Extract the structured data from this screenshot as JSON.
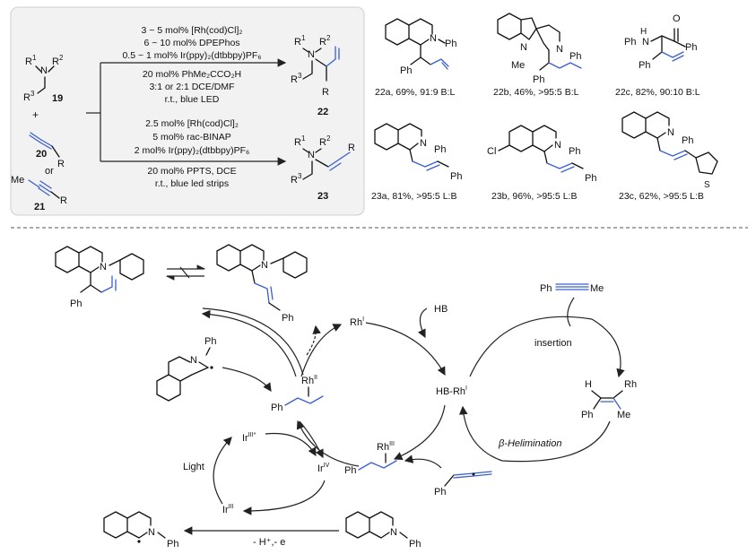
{
  "conditions_top": [
    "3 ~ 5 mol% [Rh(cod)Cl]₂",
    "6 ~ 10 mol% DPEPhos",
    "0.5 ~ 1 mol% Ir(ppy)₂(dtbbpy)PF₆",
    "20 mol% PhMe₂CCO₂H",
    "3:1 or 2:1 DCE/DMF",
    "r.t., blue LED"
  ],
  "conditions_bottom": [
    "2.5 mol% [Rh(cod)Cl]₂",
    "5 mol% rac-BINAP",
    "2 mol% Ir(ppy)₂(dtbbpy)PF₆",
    "20 mol% PPTS, DCE",
    "r.t., blue led strips"
  ],
  "labels": {
    "c19": "19",
    "c20": "20",
    "c21": "21",
    "c22": "22",
    "c23": "23",
    "plus": "+",
    "or": "or"
  },
  "products": {
    "p22a": "22a, 69%, 91:9 B:L",
    "p22b": "22b, 46%, >95:5 B:L",
    "p22c": "22c, 82%, 90:10 B:L",
    "p23a": "23a, 81%, >95:5 L:B",
    "p23b": "23b, 96%, >95:5 L:B",
    "p23c": "23c, 62%, >95:5 L:B"
  },
  "mechanism": {
    "hb": "HB",
    "hb_rh": "HB-Rh",
    "rh_i": "Rh",
    "rh_ii": "Rh",
    "rh_iii": "Rh",
    "insertion": "insertion",
    "beta_elim": "β-Helimination",
    "light": "Light",
    "ir_iii_star": "Ir",
    "ir_iv": "Ir",
    "ir_iii": "Ir",
    "deprot": "- H⁺,- e",
    "ph_me": "Ph",
    "me": "Me"
  }
}
